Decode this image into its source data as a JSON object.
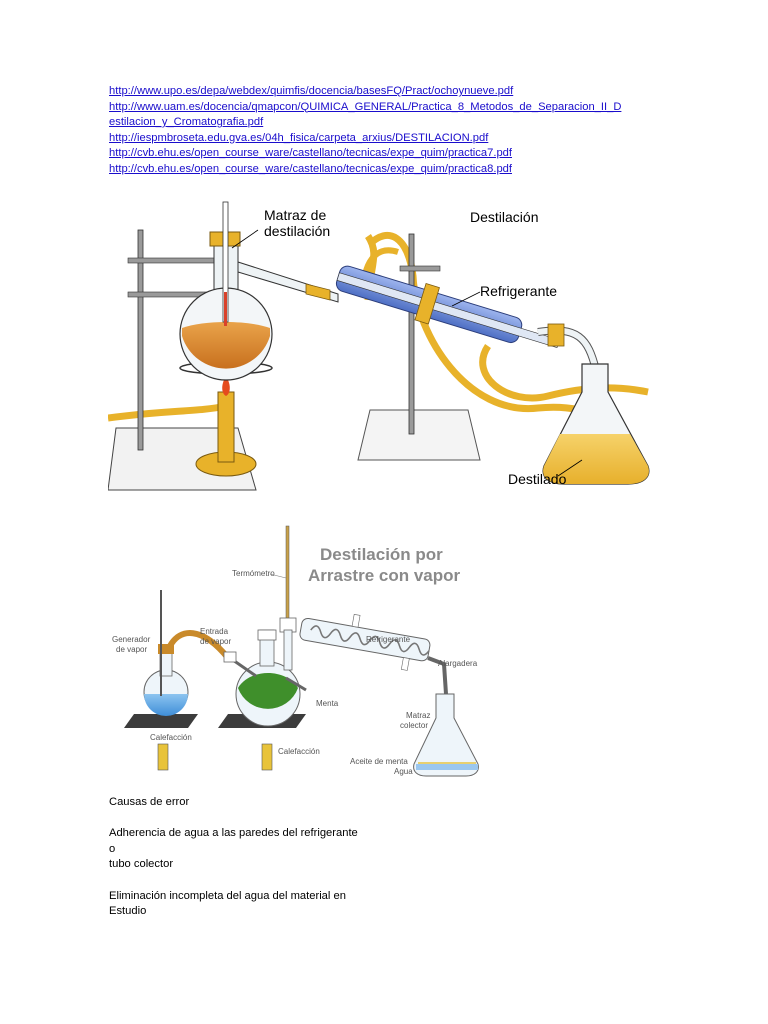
{
  "links": [
    "http://www.upo.es/depa/webdex/quimfis/docencia/basesFQ/Pract/ochoynueve.pdf",
    "http://www.uam.es/docencia/qmapcon/QUIMICA_GENERAL/Practica_8_Metodos_de_Separacion_II_D",
    "estilacion_y_Cromatografia.pdf",
    "http://iespmbroseta.edu.gva.es/04h_fisica/carpeta_arxius/DESTILACION.pdf",
    "http://cvb.ehu.es/open_course_ware/castellano/tecnicas/expe_quim/practica7.pdf",
    "http://cvb.ehu.es/open_course_ware/castellano/tecnicas/expe_quim/practica8.pdf"
  ],
  "figure1": {
    "label_matraz_1": "Matraz de",
    "label_matraz_2": "destilación",
    "label_title": "Destilación",
    "label_refrigerante": "Refrigerante",
    "label_destilado": "Destilado"
  },
  "figure2": {
    "title_1": "Destilación por",
    "title_2": "Arrastre con vapor",
    "termometro": "Termómetro",
    "generador_1": "Generador",
    "generador_2": "de vapor",
    "entrada_1": "Entrada",
    "entrada_2": "de vapor",
    "refrigerante": "Refrigerante",
    "alargadera": "Alargadera",
    "menta": "Menta",
    "matraz_1": "Matraz",
    "matraz_2": "colector",
    "aceite": "Aceite de menta",
    "agua": "Agua",
    "calefaccion_1": "Calefacción",
    "calefaccion_2": "Calefacción"
  },
  "notes": {
    "heading": "Causas de error",
    "line1": "Adherencia de agua a las paredes del refrigerante",
    "line2": "o",
    "line3": "tubo colector",
    "line4": "Eliminación incompleta del agua del material en",
    "line5": "Estudio"
  },
  "colors": {
    "link": "#1a0dcc",
    "hose": "#e8b22a",
    "liquid_orange": "#d98a2a",
    "condenser_blue": "#6f8fd6",
    "water_blue": "#5aa7e6",
    "mint_green": "#3f8f2b"
  }
}
